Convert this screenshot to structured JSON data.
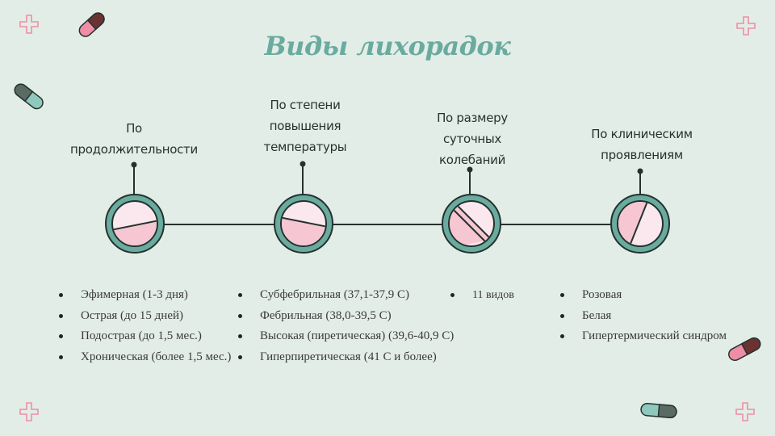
{
  "title": "Виды лихорадок",
  "columns": [
    {
      "heading_lines": [
        "По",
        "продолжительности"
      ],
      "items": [
        "Эфимерная (1-3 дня)",
        "Острая (до 15 дней)",
        "Подострая (до 1,5 мес.)",
        "Хроническая (более 1,5 мес.)"
      ]
    },
    {
      "heading_lines": [
        "По степени",
        "повышения",
        "температуры"
      ],
      "items": [
        "Субфебрильная (37,1-37,9 С)",
        "Фебрильная (38,0-39,5 С)",
        "Высокая (пиретическая) (39,6-40,9 С)",
        "Гиперпиретическая (41 С и более)"
      ]
    },
    {
      "heading_lines": [
        "По размеру",
        "суточных",
        "колебаний"
      ],
      "items": [
        "11 видов"
      ]
    },
    {
      "heading_lines": [
        "По клиническим",
        "проявлениям"
      ],
      "items": [
        "Розовая",
        "Белая",
        "Гипертермический синдром"
      ]
    }
  ],
  "colors": {
    "background": "#e3ede8",
    "title": "#6aab9f",
    "ring": "#6aab9f",
    "ring_outline": "#24322d",
    "pill_light": "#fbe8ee",
    "pill_dark": "#f6c6d2",
    "deco_pink": "#ee8ea6",
    "deco_brown": "#6b3232",
    "deco_teal": "#6aab9f"
  },
  "icons": [
    "pill-icon",
    "plus-icon",
    "capsule-icon"
  ]
}
